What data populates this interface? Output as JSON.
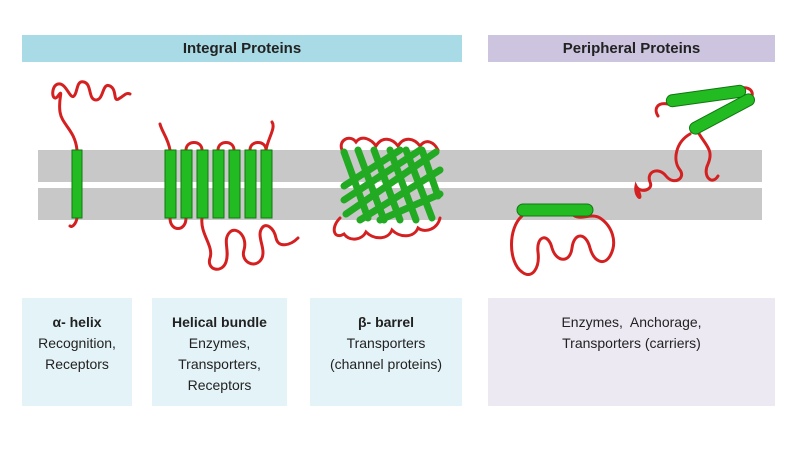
{
  "colors": {
    "integral_header": "#a9dbe6",
    "peripheral_header": "#cdc4df",
    "integral_card": "#e4f3f8",
    "peripheral_card": "#ece9f2",
    "membrane": "#c8c8c8",
    "helix": "#22bb22",
    "loop": "#d42020"
  },
  "headers": {
    "integral": "Integral Proteins",
    "peripheral": "Peripheral Proteins"
  },
  "cards": {
    "alpha": {
      "title": "α- helix",
      "lines": [
        "Recognition,",
        "Receptors"
      ]
    },
    "bundle": {
      "title": "Helical bundle",
      "lines": [
        "Enzymes,",
        "Transporters,",
        "Receptors"
      ]
    },
    "barrel": {
      "title": "β- barrel",
      "lines": [
        "Transporters",
        "(channel proteins)"
      ]
    },
    "peripheral": {
      "title": "",
      "lines": [
        "Enzymes,  Anchorage,",
        "Transporters (carriers)"
      ]
    }
  }
}
